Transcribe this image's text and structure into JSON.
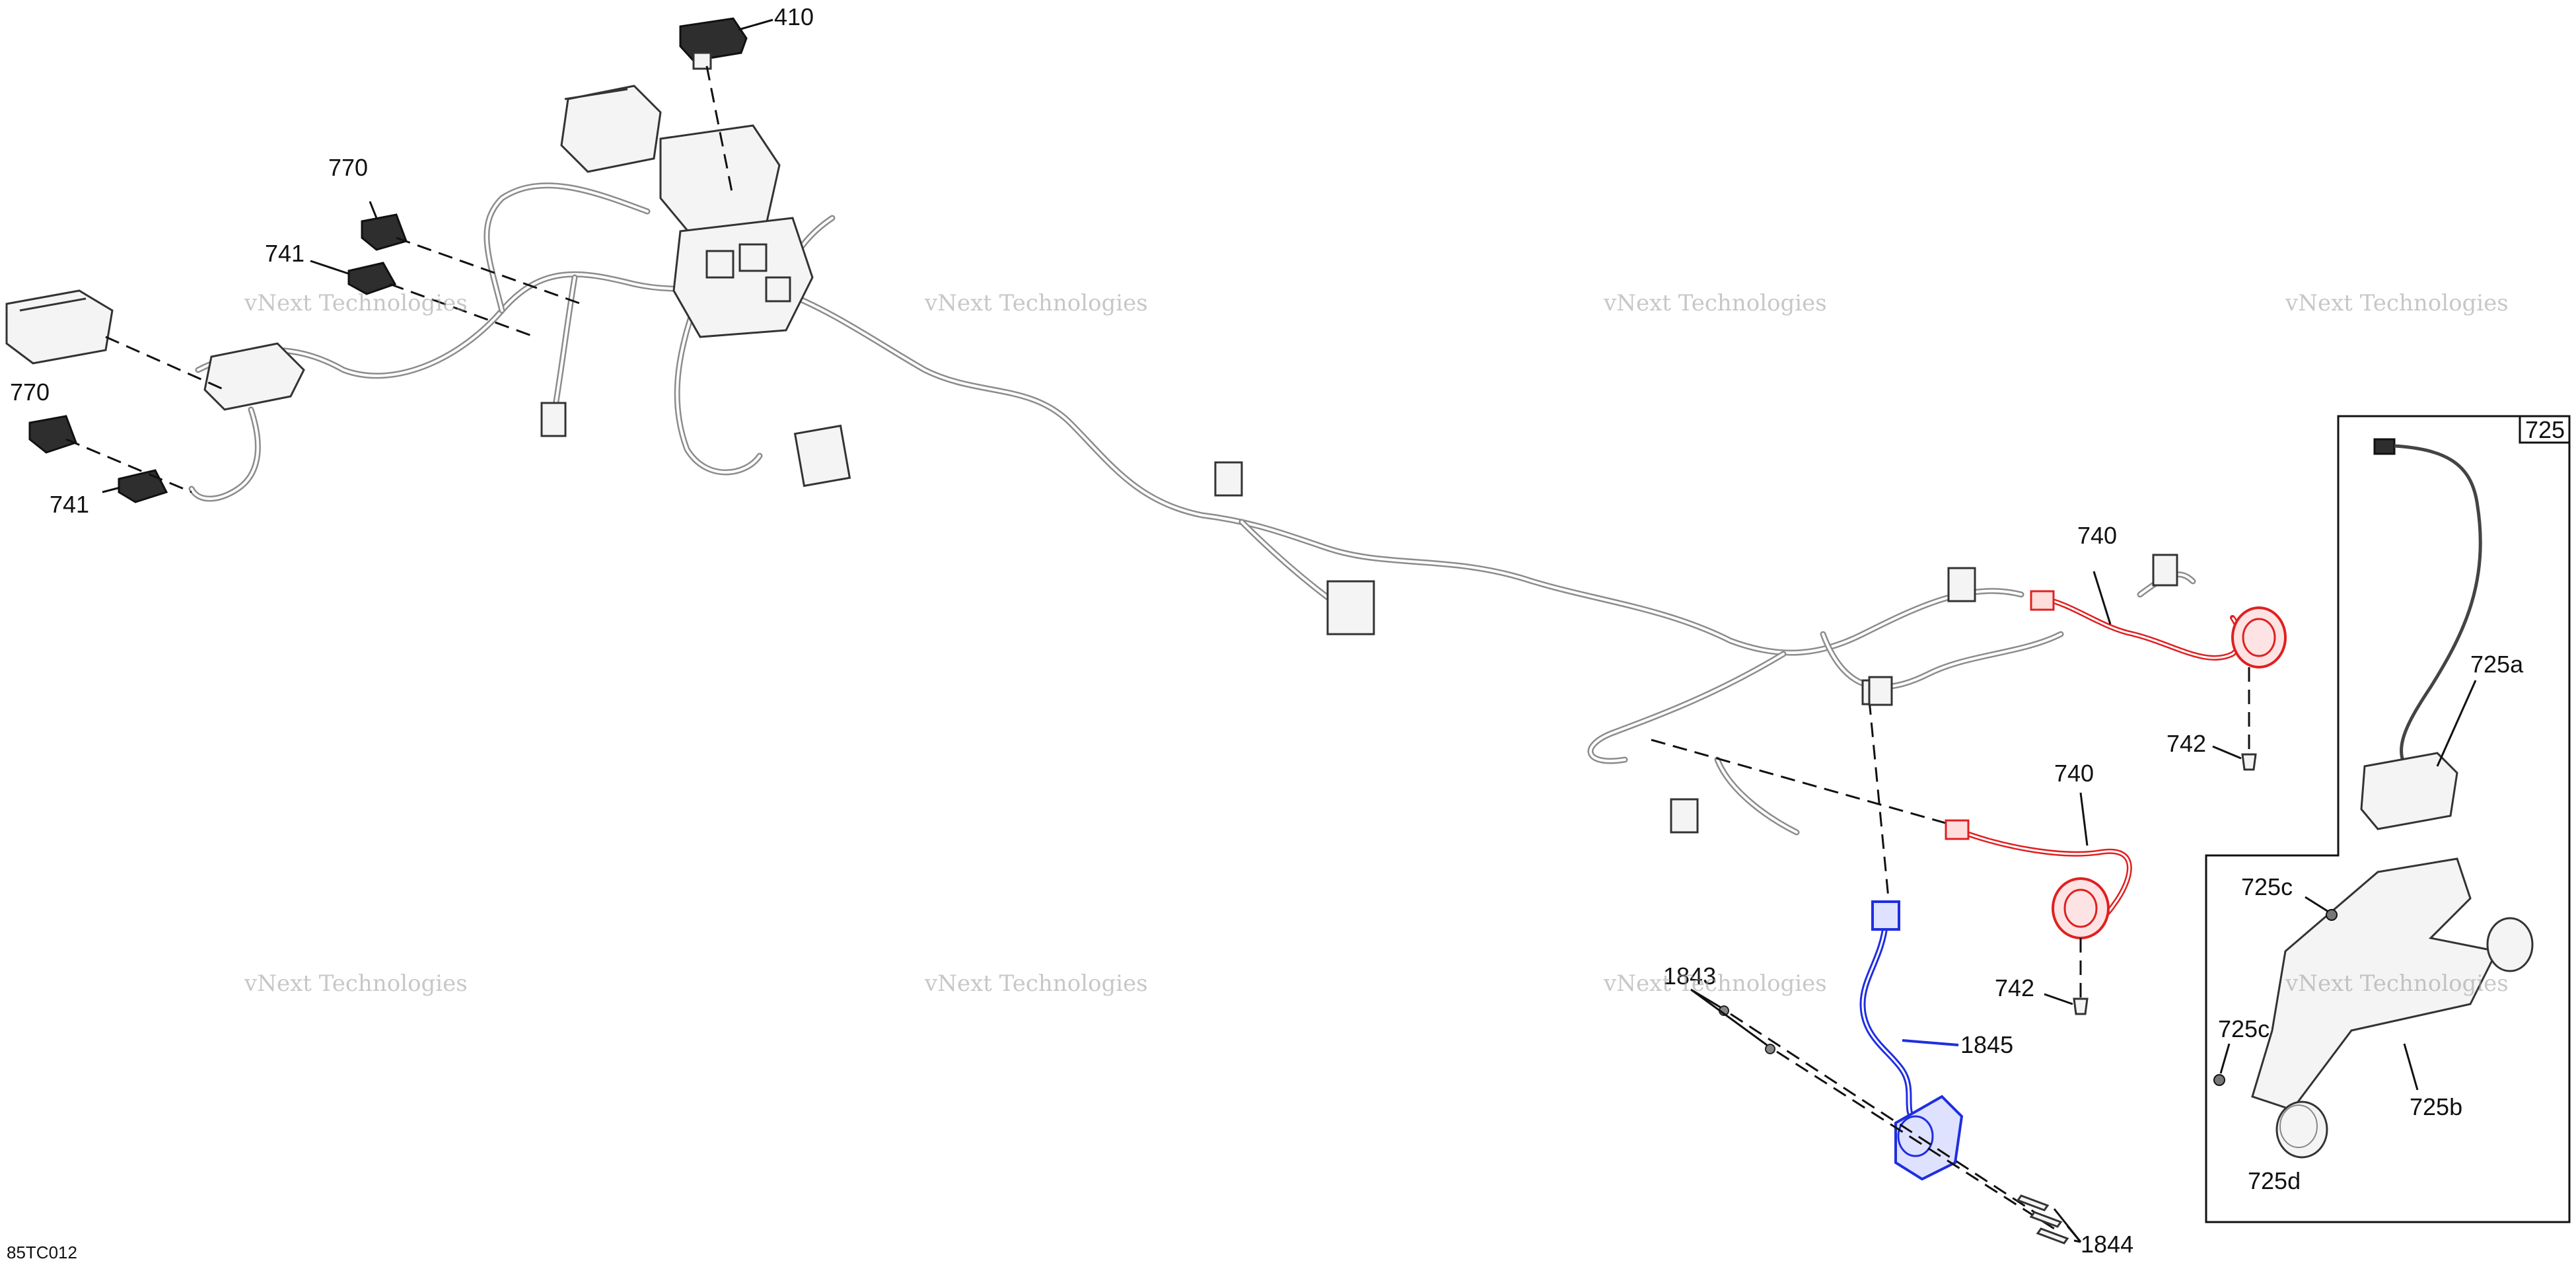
{
  "diagram": {
    "figure_code": "85TC012",
    "watermark": "vNext Technologies",
    "callouts": {
      "c410": "410",
      "c770a": "770",
      "c741a": "741",
      "c770b": "770",
      "c741b": "741",
      "c740a": "740",
      "c742a": "742",
      "c740b": "740",
      "c742b": "742",
      "c1843": "1843",
      "c1845": "1845",
      "c1844": "1844",
      "c725": "725",
      "c725a": "725a",
      "c725b": "725b",
      "c725c_top": "725c",
      "c725c_bottom": "725c",
      "c725d": "725d"
    },
    "colors": {
      "highlight_red": "#e02020",
      "highlight_blue": "#1f2ee0"
    }
  }
}
